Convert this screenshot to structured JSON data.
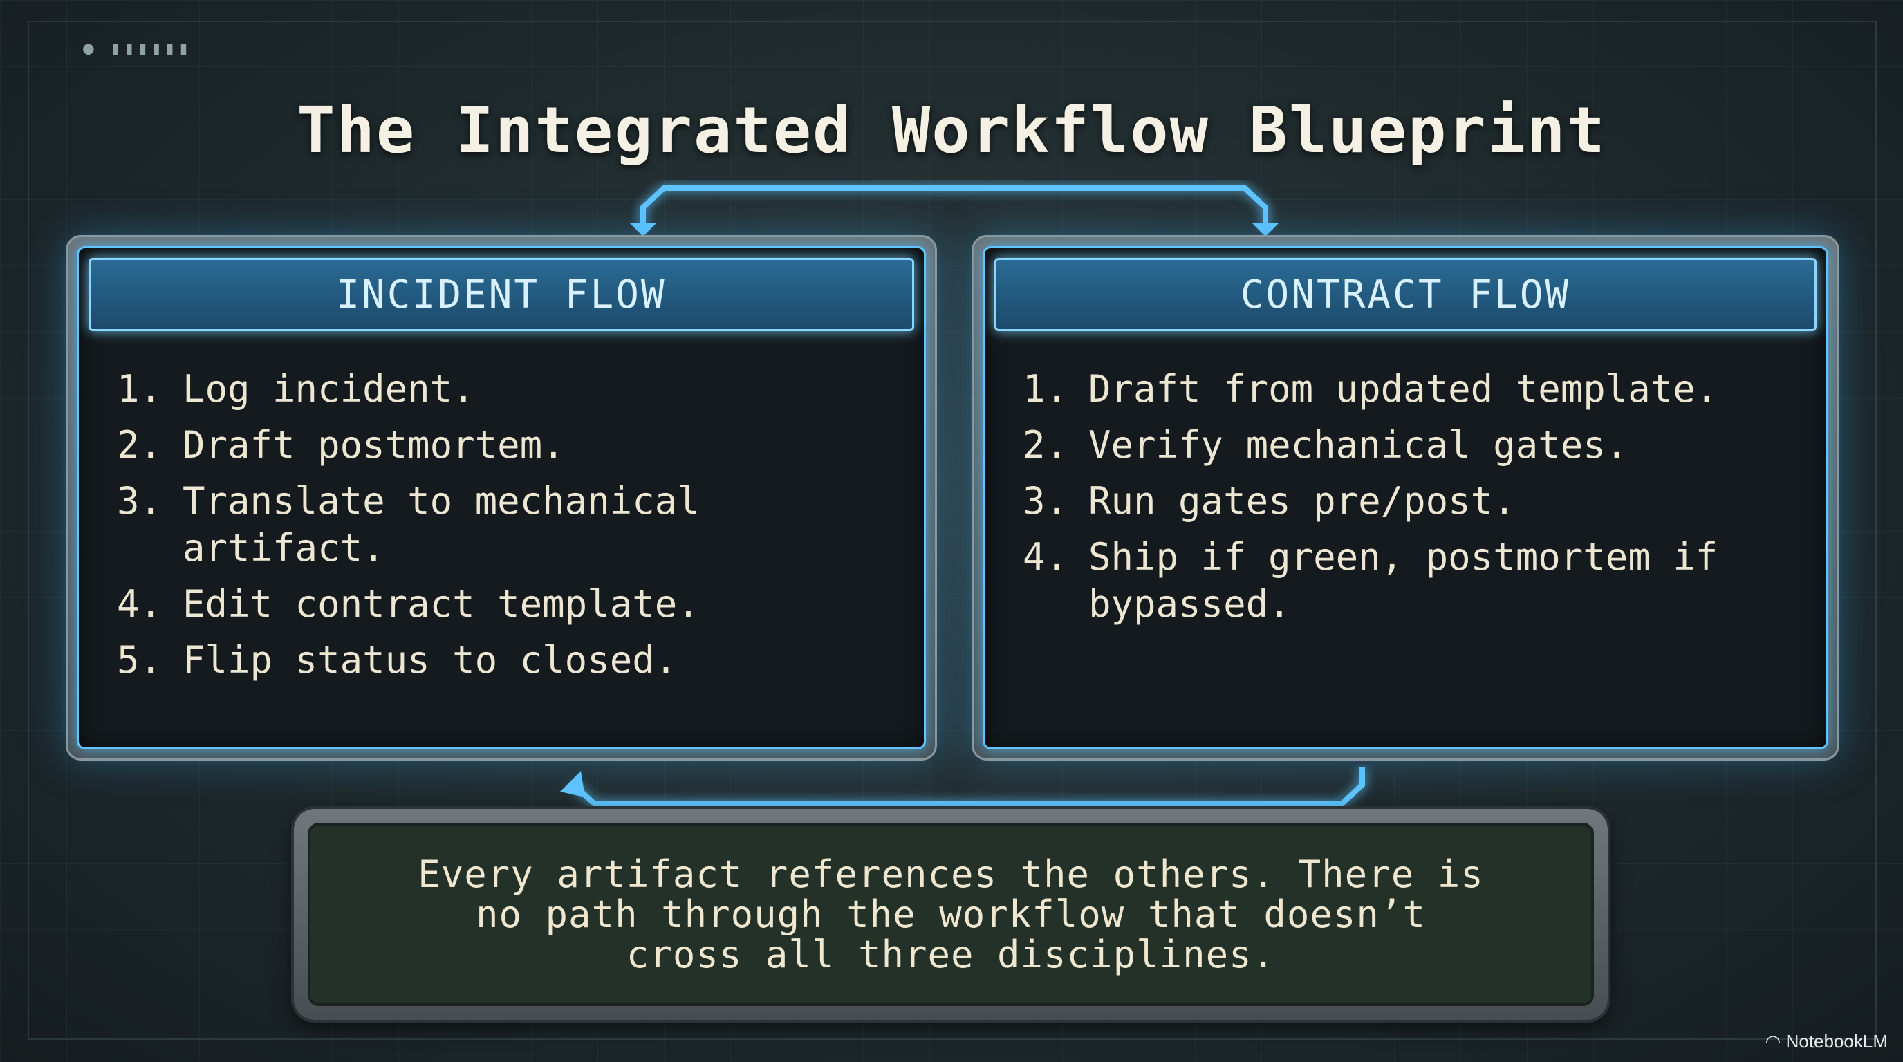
{
  "title": "The Integrated Workflow Blueprint",
  "incident_flow": {
    "header": "INCIDENT FLOW",
    "steps": [
      {
        "num": "1.",
        "text": "Log incident."
      },
      {
        "num": "2.",
        "text": "Draft postmortem."
      },
      {
        "num": "3.",
        "text": "Translate to mechanical artifact."
      },
      {
        "num": "4.",
        "text": "Edit contract template."
      },
      {
        "num": "5.",
        "text": "Flip status to closed."
      }
    ]
  },
  "contract_flow": {
    "header": "CONTRACT FLOW",
    "steps": [
      {
        "num": "1.",
        "text": "Draft from updated template."
      },
      {
        "num": "2.",
        "text": "Verify mechanical gates."
      },
      {
        "num": "3.",
        "text": "Run gates pre/post."
      },
      {
        "num": "4.",
        "text": "Ship if green, postmortem if bypassed."
      }
    ]
  },
  "footer_note": "Every artifact references the others. There is no path through the workflow that doesn’t cross all three disciplines.",
  "brand": "NotebookLM",
  "colors": {
    "accent": "#5fc4ff",
    "text": "#ece6d2"
  }
}
